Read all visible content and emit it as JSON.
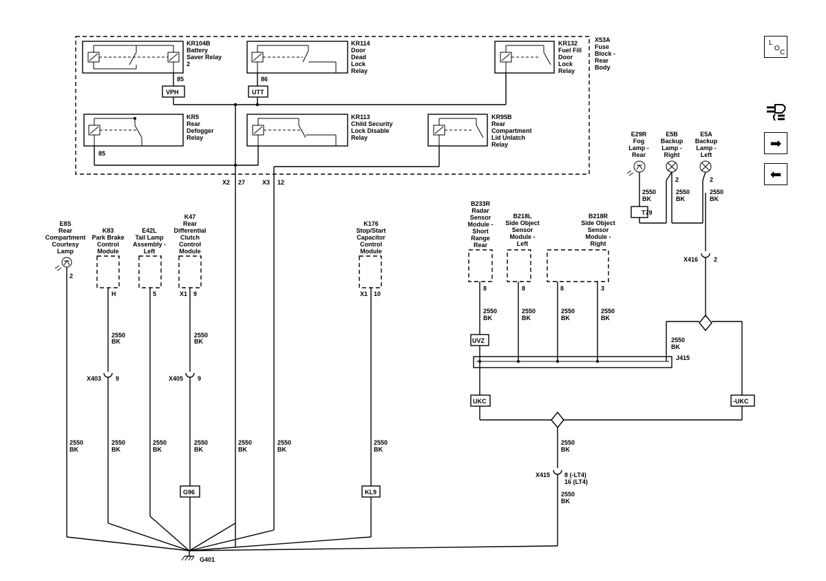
{
  "nav": {
    "loc_letters": [
      "L",
      "O",
      "C"
    ],
    "diag_icon": "connector-tool-icon",
    "next_icon": "arrow-right-icon",
    "prev_icon": "arrow-left-icon"
  },
  "fuse_block": [
    "X53A",
    "Fuse",
    "Block -",
    "Rear",
    "Body"
  ],
  "relays": {
    "kr104b": [
      "KR104B",
      "Battery",
      "Saver Relay",
      "2"
    ],
    "kr114": [
      "KR114",
      "Door",
      "Dead",
      "Lock",
      "Relay"
    ],
    "kr132": [
      "KR132",
      "Fuel Fill",
      "Door",
      "Lock",
      "Relay"
    ],
    "kr5": [
      "KR5",
      "Rear",
      "Defogger",
      "Relay"
    ],
    "kr113": [
      "KR113",
      "Child Security",
      "Lock Disable",
      "Relay"
    ],
    "kr95b": [
      "KR95B",
      "Rear",
      "Compartment",
      "Lid Unlatch",
      "Relay"
    ]
  },
  "relay_pins": {
    "kr104b": "85",
    "kr114": "86",
    "kr5": "85"
  },
  "splices": {
    "vph": "VPH",
    "utt": "UTT",
    "t79": "T79",
    "uvz": "UVZ",
    "ukc": "UKC",
    "ukc2": "-UKC",
    "g96": "G96",
    "kl9": "KL9"
  },
  "connectors": {
    "x2": "X2",
    "x2_pin": "27",
    "x3": "X3",
    "x3_pin": "12",
    "x403": "X403",
    "x403_pin": "9",
    "x405": "X405",
    "x405_pin": "9",
    "x416": "X416",
    "x416_pin": "2",
    "x415": "X415",
    "x415_pin1": "8 (-LT4)",
    "x415_pin2": "16 (LT4)",
    "j415": "J415",
    "g401": "G401"
  },
  "components": {
    "e8s": [
      "E8S",
      "Rear",
      "Compartment",
      "Courtesy",
      "Lamp"
    ],
    "k83": [
      "K83",
      "Park Brake",
      "Control",
      "Module"
    ],
    "e42l": [
      "E42L",
      "Tail Lamp",
      "Assembly -",
      "Left"
    ],
    "k47": [
      "K47",
      "Rear",
      "Differential",
      "Clutch",
      "Control",
      "Module"
    ],
    "k176": [
      "K176",
      "Stop/Start",
      "Capacitor",
      "Control",
      "Module"
    ],
    "b233r": [
      "B233R",
      "Radar",
      "Sensor",
      "Module -",
      "Short",
      "Range",
      "Rear"
    ],
    "b218l": [
      "B218L",
      "Side Object",
      "Sensor",
      "Module -",
      "Left"
    ],
    "b218r": [
      "B218R",
      "Side Object",
      "Sensor",
      "Module -",
      "Right"
    ],
    "e29r": [
      "E29R",
      "Fog",
      "Lamp -",
      "Rear"
    ],
    "e5b": [
      "E5B",
      "Backup",
      "Lamp -",
      "Right"
    ],
    "e5a": [
      "E5A",
      "Backup",
      "Lamp -",
      "Left"
    ]
  },
  "pins": {
    "e8s": "2",
    "k83": "H",
    "e42l": "5",
    "k47_conn": "X1",
    "k47": "9",
    "k176_conn": "X1",
    "k176": "10",
    "b233r": "8",
    "b218l": "8",
    "b218r_a": "8",
    "b218r_b": "3",
    "e5b": "2",
    "e5a": "2"
  },
  "wire": {
    "gauge": "2550",
    "color": "BK"
  }
}
